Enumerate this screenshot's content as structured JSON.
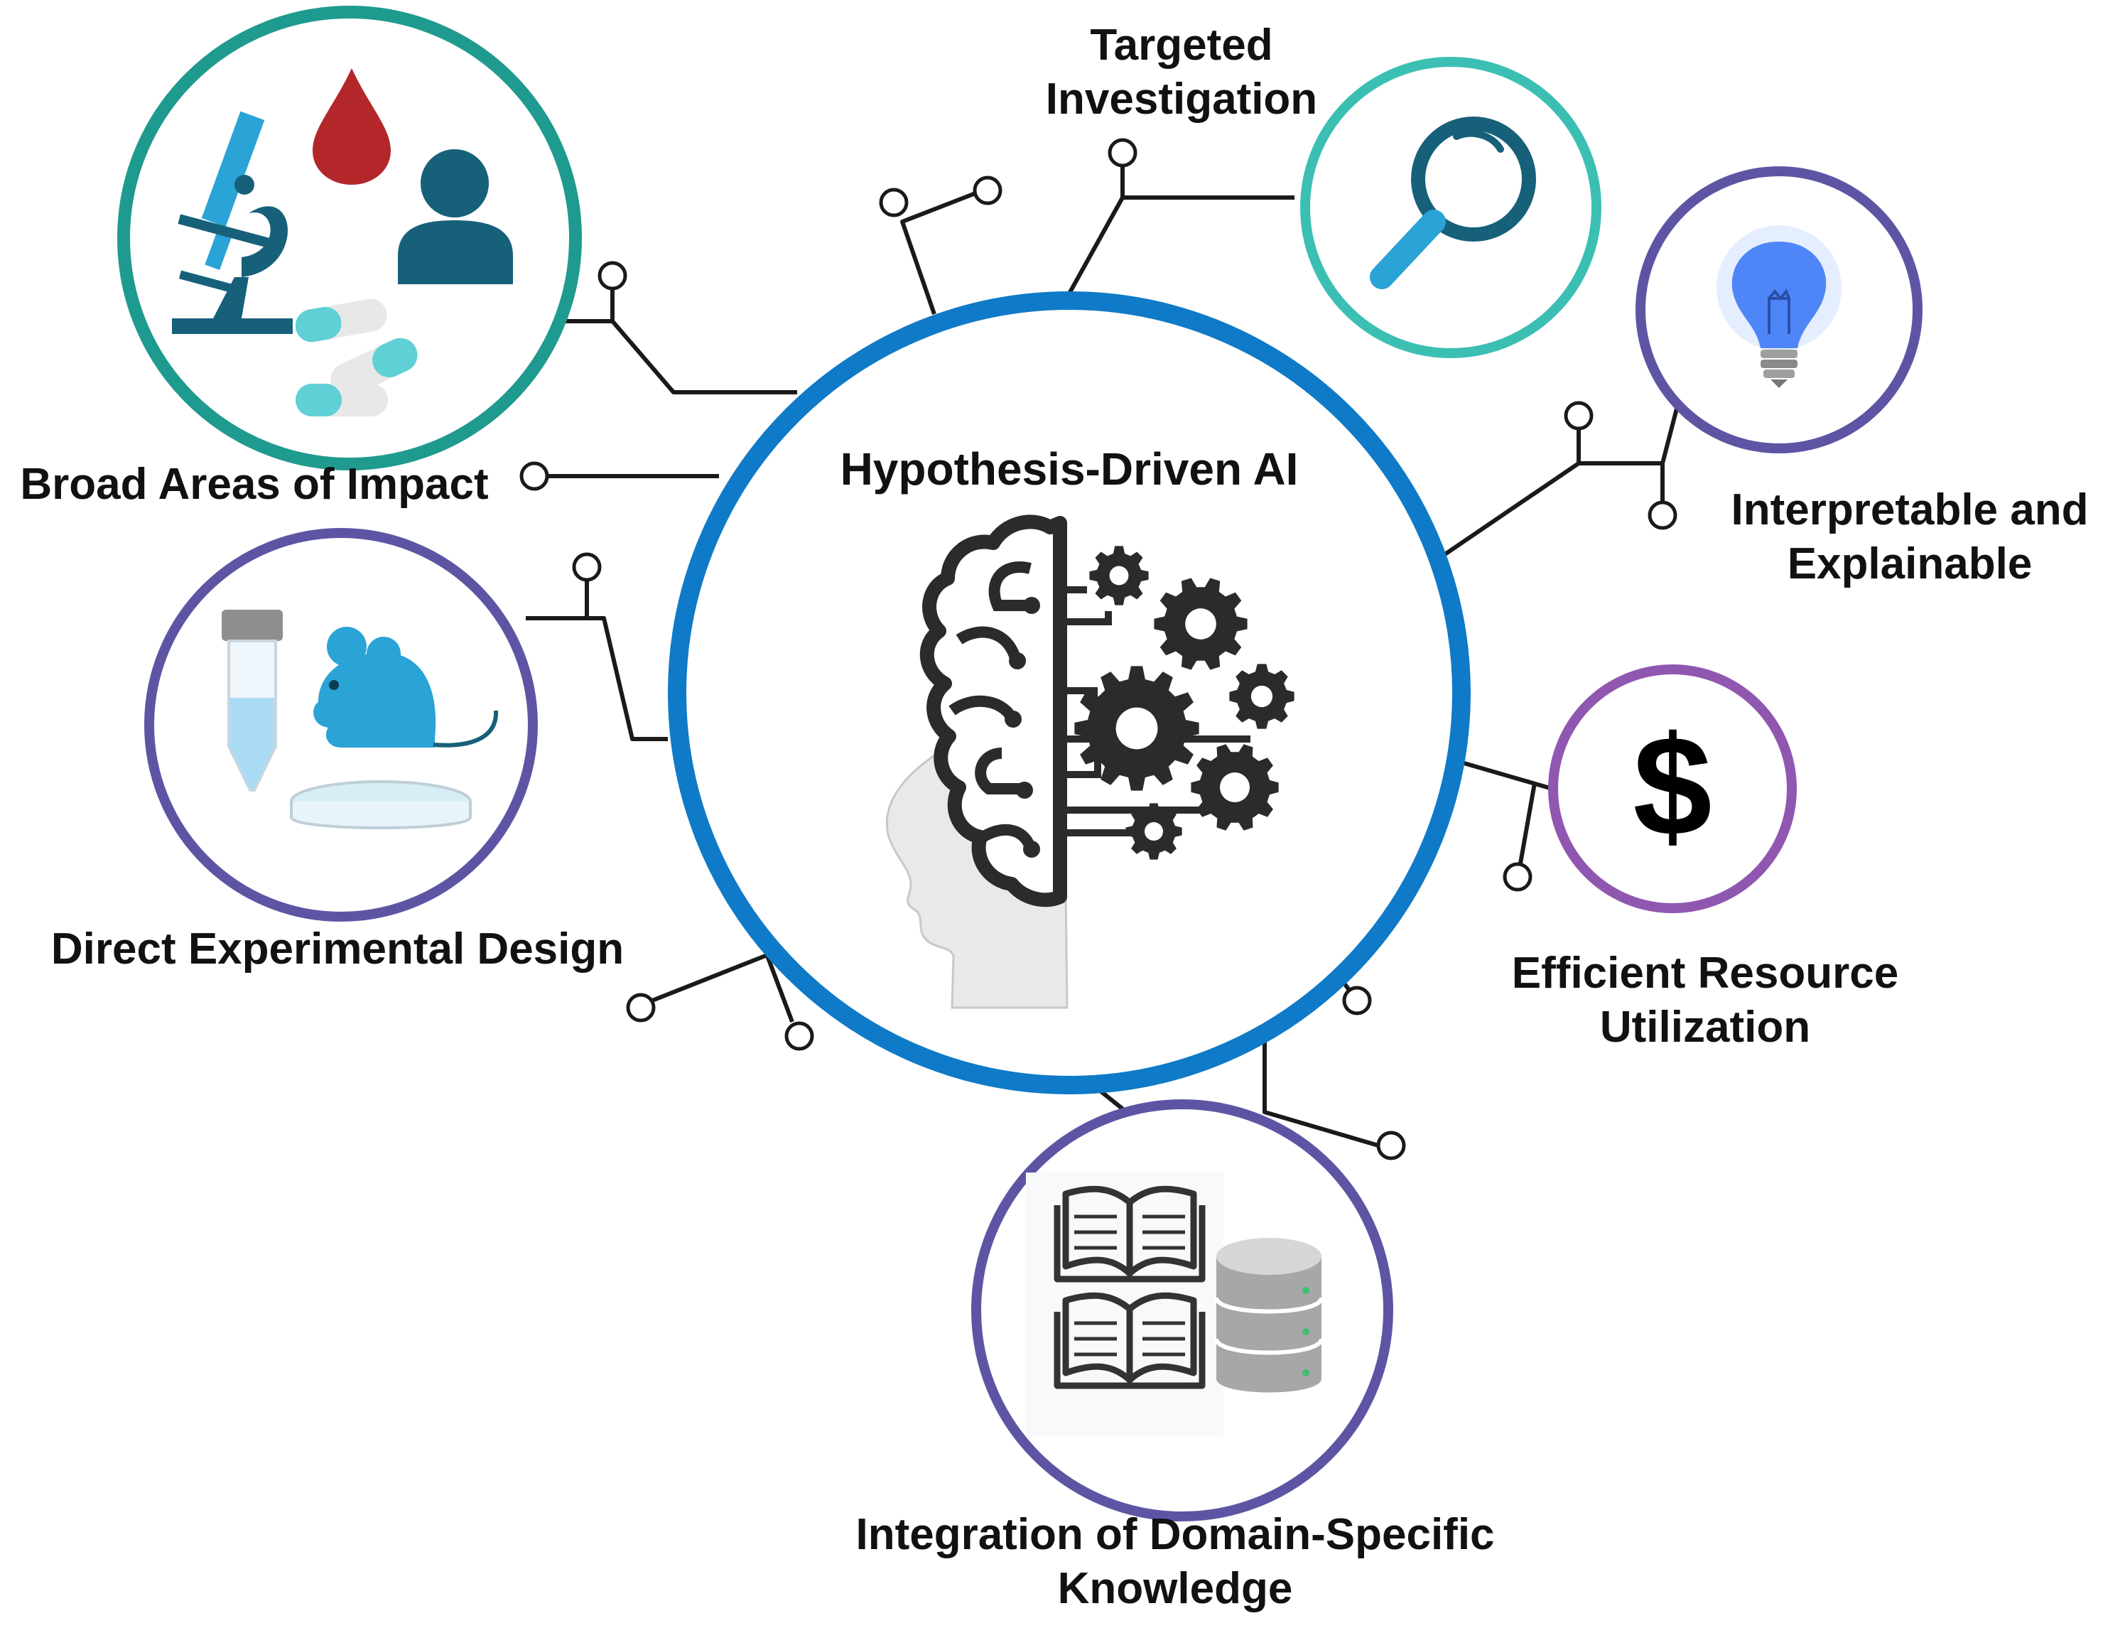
{
  "center": {
    "title": "Hypothesis-Driven AI",
    "ring_color": "#0f7ac7"
  },
  "nodes": [
    {
      "id": "broad",
      "lines": [
        "Broad Areas of Impact"
      ],
      "ring_color": "#1f9a8e",
      "icons": [
        "microscope-icon",
        "blood-drop-icon",
        "person-icon",
        "pill-capsule-icon"
      ]
    },
    {
      "id": "targeted",
      "lines": [
        "Targeted",
        "Investigation"
      ],
      "ring_color": "#3cbfb3",
      "icons": [
        "magnifying-glass-icon"
      ]
    },
    {
      "id": "interpretable",
      "lines": [
        "Interpretable and",
        "Explainable"
      ],
      "ring_color": "#5d55a4",
      "icons": [
        "light-bulb-icon"
      ]
    },
    {
      "id": "efficient",
      "lines": [
        "Efficient Resource",
        "Utilization"
      ],
      "ring_color": "#9057b1",
      "icons": [
        "dollar-sign-icon"
      ],
      "symbol": "$"
    },
    {
      "id": "domain",
      "lines": [
        "Integration of Domain-Specific",
        "Knowledge"
      ],
      "ring_color": "#5d55a4",
      "icons": [
        "open-book-icon",
        "database-icon"
      ]
    },
    {
      "id": "experimental",
      "lines": [
        "Direct Experimental Design"
      ],
      "ring_color": "#5d55a4",
      "icons": [
        "test-tube-icon",
        "mouse-icon",
        "petri-dish-icon"
      ]
    }
  ],
  "colors": {
    "icon_blue": "#2aa3d6",
    "icon_dark_teal": "#17607a",
    "blood_red": "#b3262a",
    "bulb_blue": "#4f86f7",
    "gear_dark": "#2b2b2b"
  }
}
